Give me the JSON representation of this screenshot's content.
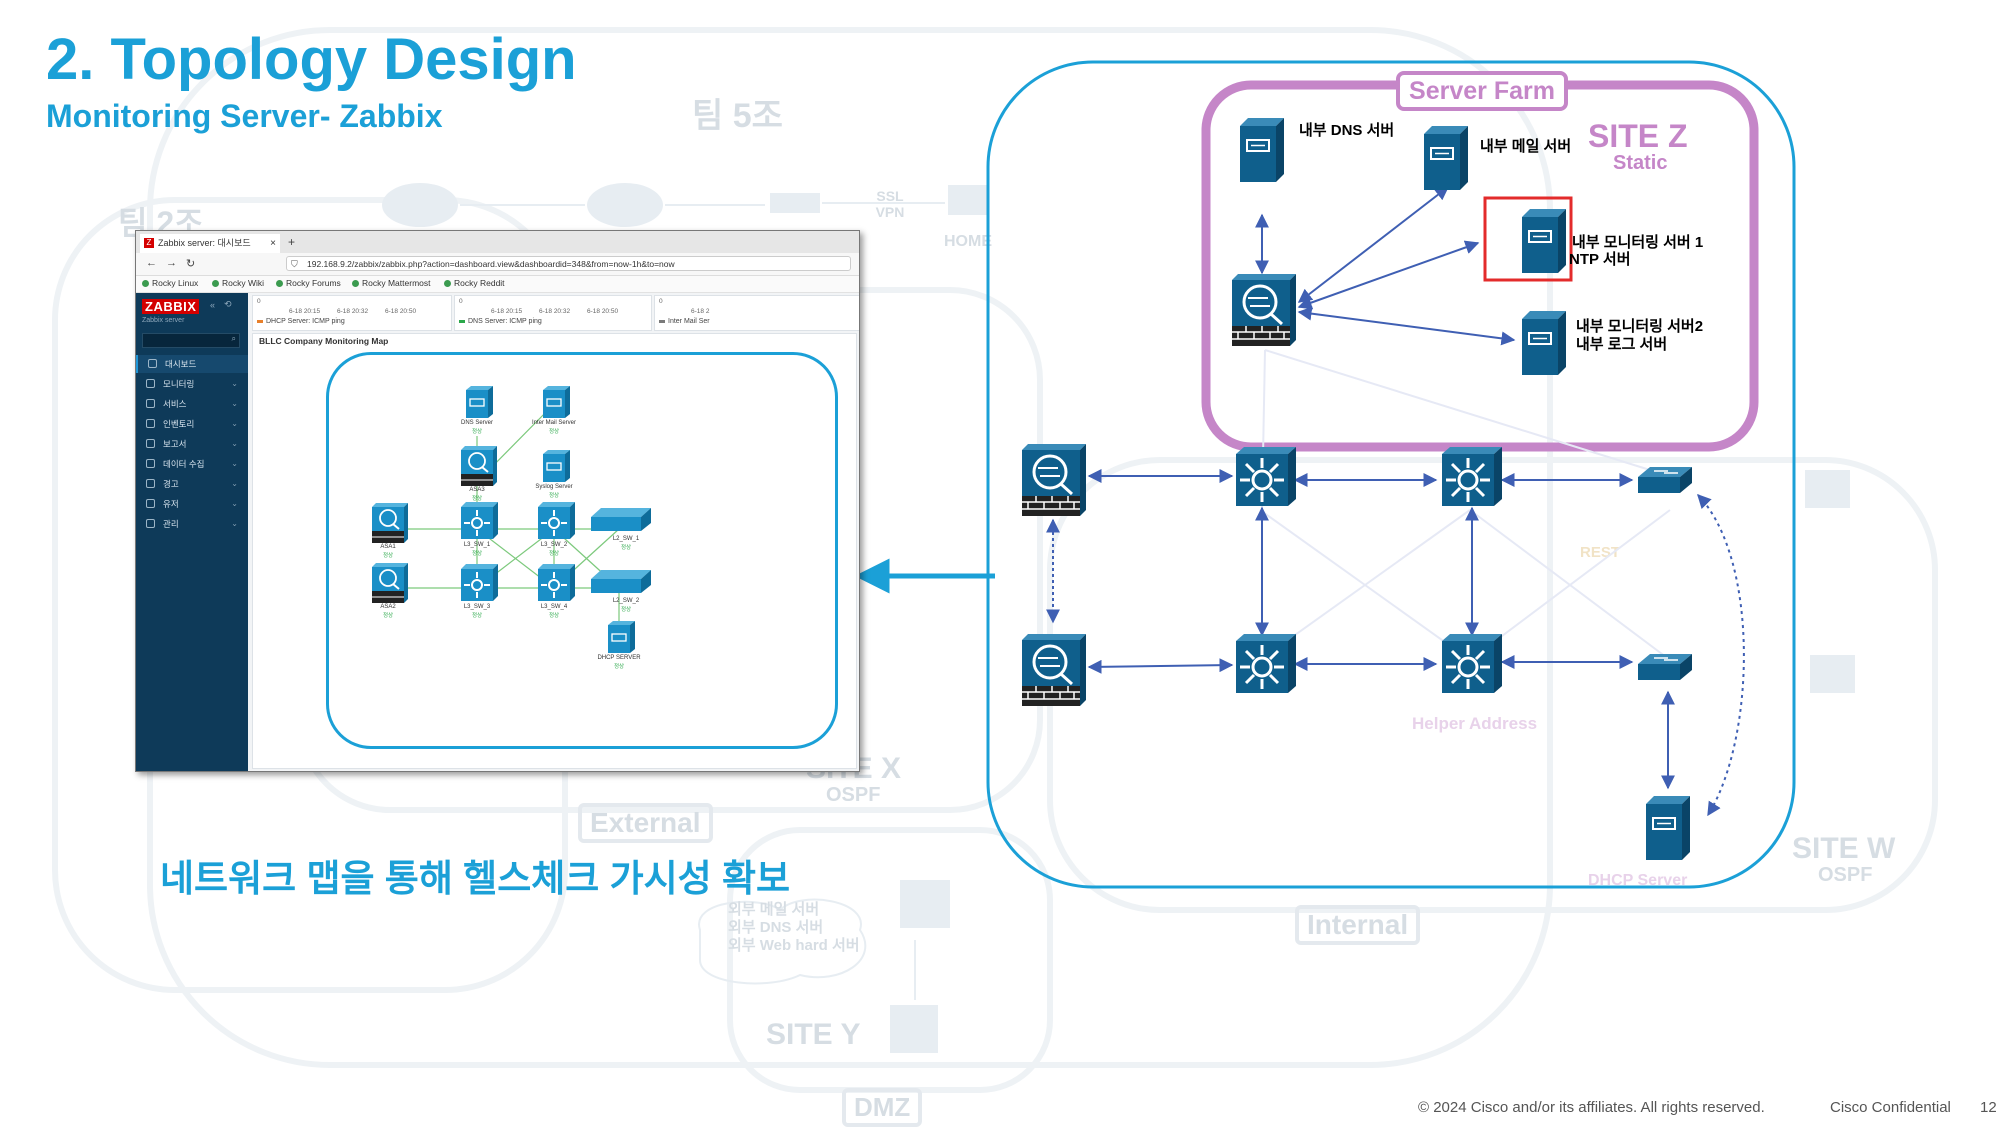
{
  "slide": {
    "title": "2. Topology Design",
    "subtitle": "Monitoring Server- Zabbix",
    "caption": "네트워크 맵을 통해 헬스체크 가시성 확보",
    "footer_copyright": "© 2024  Cisco and/or its affiliates. All rights reserved.",
    "footer_confidential": "Cisco Confidential",
    "page_number": "12"
  },
  "background": {
    "team5": "팀 5조",
    "team2": "팀 2조",
    "ssl_vpn": "SSL VPN",
    "home": "HOME",
    "site_x": "SITE X",
    "site_x_ospf": "OSPF",
    "external": "External",
    "site_w": "SITE W",
    "site_w_ospf": "OSPF",
    "internal": "Internal",
    "dmz": "DMZ",
    "site_y": "SITE Y",
    "ext_servers": [
      "외부 메일 서버",
      "외부 DNS 서버",
      "외부 Web hard 서버"
    ],
    "helper_address": "Helper Address",
    "dhcp_server": "DHCP Server",
    "rest": "REST"
  },
  "site_z": {
    "server_farm": "Server Farm",
    "site_label": "SITE Z",
    "routing": "Static",
    "dns_server": "내부 DNS 서버",
    "mail_server": "내부 메일 서버",
    "monitor1_line1": "내부 모니터링 서버 1",
    "monitor1_line2": "NTP 서버",
    "monitor2_line1": "내부 모니터링 서버2",
    "monitor2_line2": "내부 로그 서버"
  },
  "zabbix": {
    "tab_title": "Zabbix server: 대시보드",
    "url": "192.168.9.2/zabbix/zabbix.php?action=dashboard.view&dashboardid=348&from=now-1h&to=now",
    "bookmarks": [
      "Rocky Linux",
      "Rocky Wiki",
      "Rocky Forums",
      "Rocky Mattermost",
      "Rocky Reddit"
    ],
    "logo": "ZABBIX",
    "server_name": "Zabbix server",
    "menu": [
      "대시보드",
      "모니터링",
      "서비스",
      "인벤토리",
      "보고서",
      "데이터 수집",
      "경고",
      "유저",
      "관리"
    ],
    "widgets": [
      {
        "ticks": [
          "0",
          "6-18 20:15",
          "6-18 20:32",
          "6-18 20:50"
        ],
        "legend": "DHCP Server: ICMP ping"
      },
      {
        "ticks": [
          "0",
          "6-18 20:15",
          "6-18 20:32",
          "6-18 20:50"
        ],
        "legend": "DNS Server: ICMP ping"
      },
      {
        "ticks": [
          "0",
          "6-18 2"
        ],
        "legend": "Inter Mail Ser"
      }
    ],
    "map_title": "BLLC Company Monitoring Map",
    "status": "정상",
    "nodes": {
      "dns": "DNS Server",
      "mail": "Inter Mail Server",
      "asa3": "ASA3",
      "syslog": "Syslog Server",
      "asa1": "ASA1",
      "l3sw1": "L3_SW_1",
      "l3sw2": "L3_SW_2",
      "l2sw1": "L2_SW_1",
      "asa2": "ASA2",
      "l3sw3": "L3_SW_3",
      "l3sw4": "L3_SW_4",
      "l2sw2": "L2_SW_2",
      "dhcp": "DHCP SERVER"
    }
  },
  "colors": {
    "accent": "#1ba0d7",
    "device": "#0f5f8c",
    "server_farm": "#c586c8",
    "link": "#3f5fb3",
    "highlight": "#e32b2b",
    "faded": "#d6dde3"
  }
}
